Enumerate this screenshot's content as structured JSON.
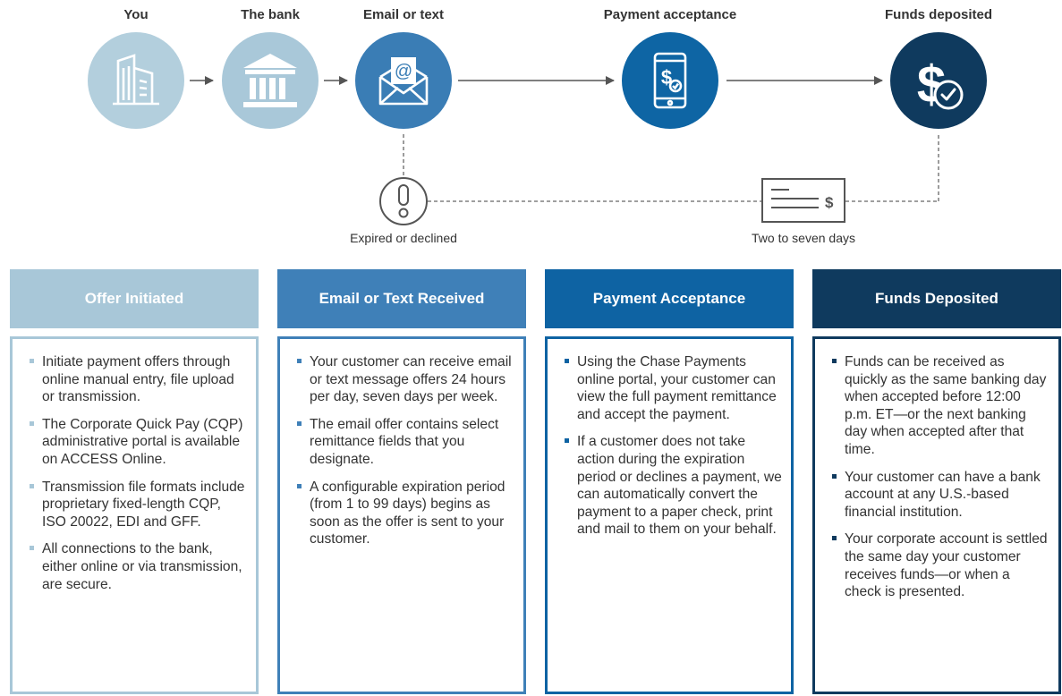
{
  "steps": [
    {
      "label": "You",
      "icon": "office-building-icon",
      "color": "#b3cfdd"
    },
    {
      "label": "The bank",
      "icon": "bank-icon",
      "color": "#a9c8d9"
    },
    {
      "label": "Email or text",
      "icon": "email-envelope-icon",
      "color": "#3a7db5"
    },
    {
      "label": "Payment acceptance",
      "icon": "mobile-payment-icon",
      "color": "#0e65a4"
    },
    {
      "label": "Funds deposited",
      "icon": "dollar-check-icon",
      "color": "#0f3a5e"
    }
  ],
  "branch": {
    "expired": {
      "label": "Expired or declined",
      "icon": "exclamation-icon"
    },
    "check": {
      "label": "Two to seven days",
      "icon": "paper-check-icon",
      "symbol": "$"
    }
  },
  "columns": [
    {
      "header": "Offer Initiated",
      "header_color": "#a8c7d8",
      "border_color": "#a8c7d8",
      "bullets": [
        "Initiate payment offers through online manual entry, file upload or transmission.",
        "The Corporate Quick Pay (CQP) administrative portal is available on ACCESS Online.",
        "Transmission file formats include proprietary fixed-length CQP, ISO 20022, EDI and GFF.",
        "All connections to the bank, either online or via transmission, are secure."
      ]
    },
    {
      "header": "Email or Text Received",
      "header_color": "#3f80b8",
      "border_color": "#3f80b8",
      "bullets": [
        "Your customer can receive email or text message offers 24 hours per day, seven days per week.",
        "The email offer contains select remittance fields that you designate.",
        "A configurable expiration period (from 1 to 99 days) begins as soon as the offer is sent to your customer."
      ]
    },
    {
      "header": "Payment Acceptance",
      "header_color": "#0e63a3",
      "border_color": "#0e63a3",
      "bullets": [
        "Using the Chase Payments online portal, your customer can view the full payment remittance and accept the payment.",
        "If a customer does not take action during the expiration period or declines a payment, we can automatically convert the payment to a paper check, print and mail to them on your behalf."
      ]
    },
    {
      "header": "Funds Deposited",
      "header_color": "#0f3a5e",
      "border_color": "#0f3a5e",
      "bullets": [
        "Funds can be received as quickly as the same banking day when accepted before 12:00 p.m. ET—or the next banking day when accepted after that time.",
        "Your customer can have a bank account at any U.S.-based financial institution.",
        "Your corporate account is settled the same day your customer receives funds—or when a check is presented."
      ]
    }
  ]
}
